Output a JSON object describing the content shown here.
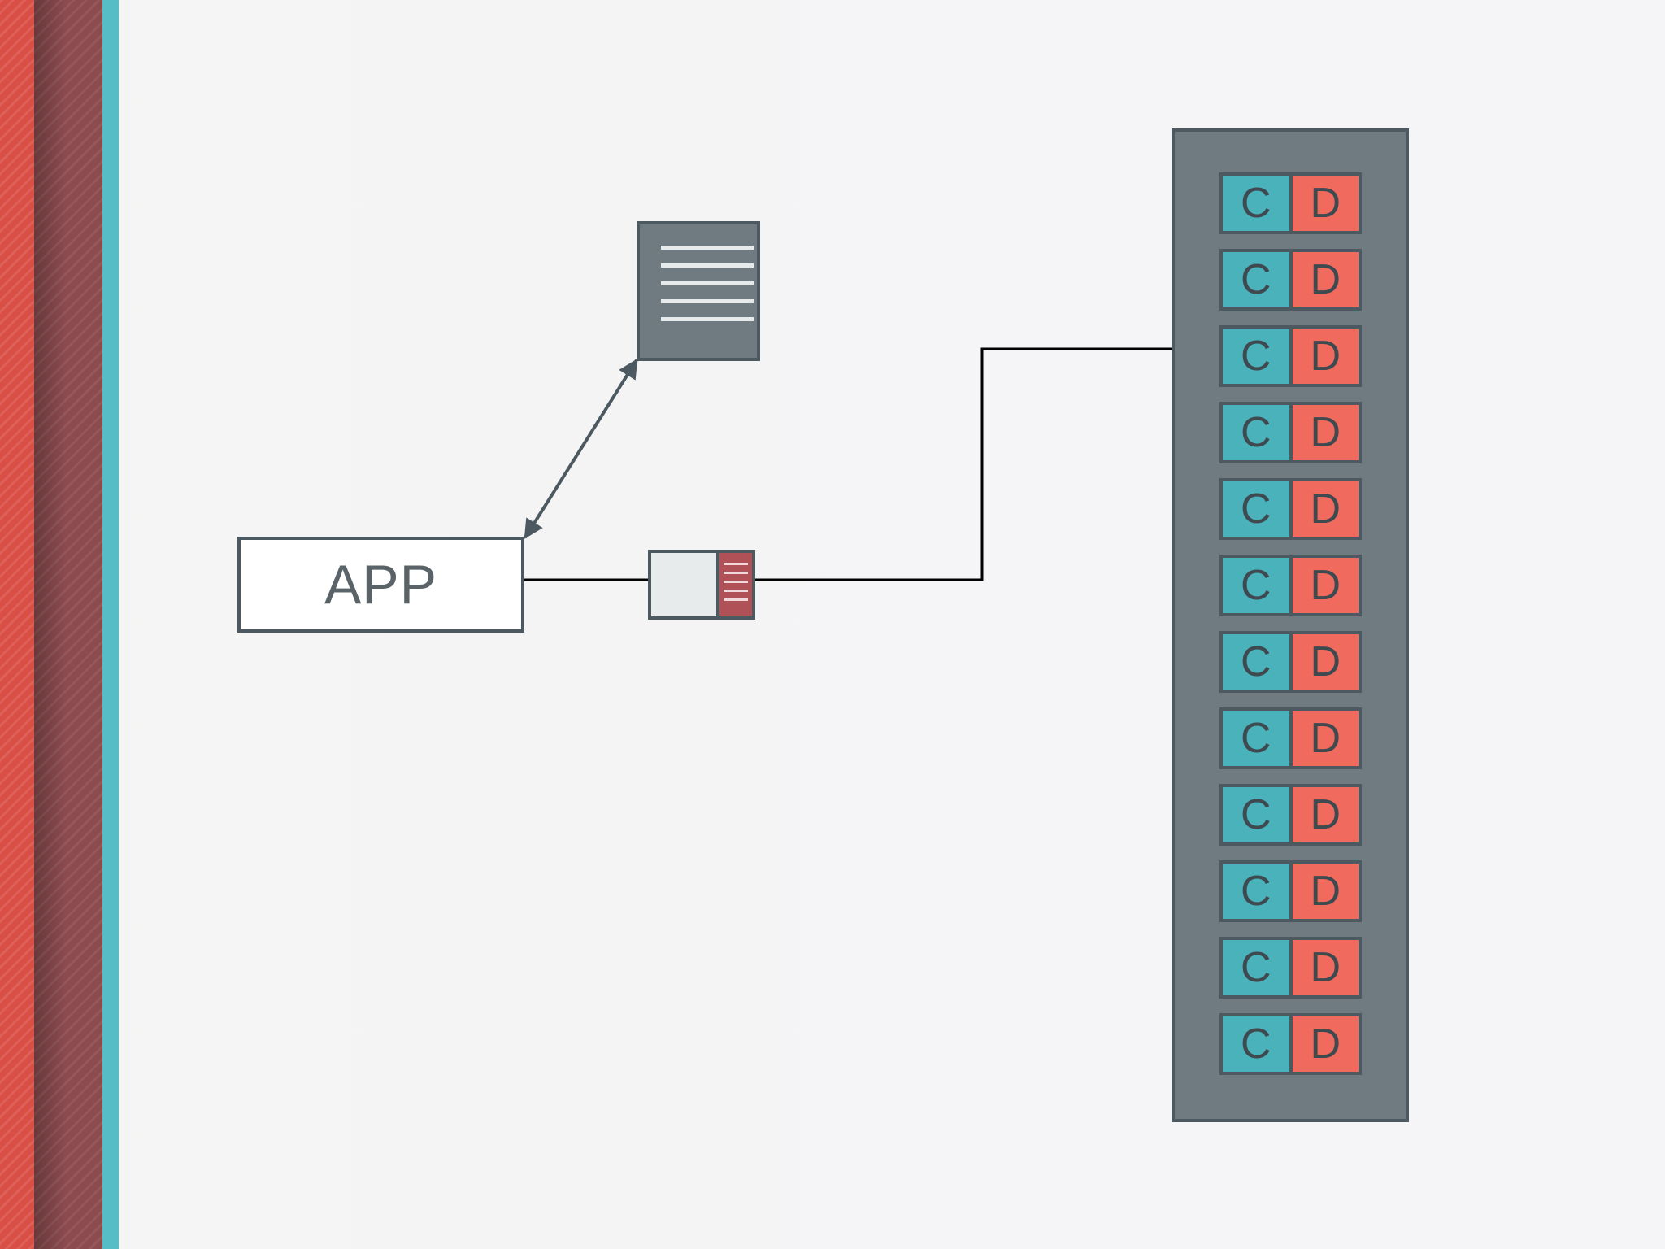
{
  "app": {
    "label": "APP"
  },
  "rack": {
    "slot_count": 12,
    "cell_left_label": "C",
    "cell_right_label": "D",
    "target_slot": 3
  },
  "colors": {
    "stripe_red": "#d94f45",
    "stripe_maroon": "#8c4b4f",
    "stripe_teal": "#56bcc6",
    "box_border": "#4d5960",
    "rack_fill": "#6f7b80",
    "cell_c": "#4ab2bb",
    "cell_d": "#f06b5e",
    "chip_tab": "#b05158",
    "connector": "#000000"
  },
  "icons": {
    "document": "document-icon",
    "chip": "memory-card-icon"
  }
}
